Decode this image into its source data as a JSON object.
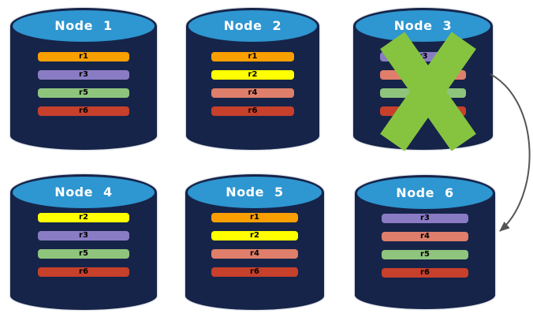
{
  "canvas": {
    "background": "#FFFFFF"
  },
  "colors": {
    "cylinder_body": "#162449",
    "cylinder_top": "#2E96D1",
    "title_text": "#FFFFFF",
    "bar_label_text": "#000000"
  },
  "nodes": [
    {
      "name": "Node 1",
      "replicas": [
        {
          "label": "r1",
          "color": "#F99F00"
        },
        {
          "label": "r3",
          "color": "#8A7CC4"
        },
        {
          "label": "r5",
          "color": "#8FC47D"
        },
        {
          "label": "r6",
          "color": "#C6402B"
        }
      ]
    },
    {
      "name": "Node 2",
      "replicas": [
        {
          "label": "r1",
          "color": "#F99F00"
        },
        {
          "label": "r2",
          "color": "#FFFF00"
        },
        {
          "label": "r4",
          "color": "#DE7E6B"
        },
        {
          "label": "r6",
          "color": "#C6402B"
        }
      ]
    },
    {
      "name": "Node 3",
      "replicas": [
        {
          "label": "r3",
          "color": "#8A7CC4"
        },
        {
          "label": "r4",
          "color": "#DE7E6B"
        },
        {
          "label": "r5",
          "color": "#8FC47D"
        },
        {
          "label": "r6",
          "color": "#C6402B"
        }
      ]
    },
    {
      "name": "Node 4",
      "replicas": [
        {
          "label": "r2",
          "color": "#FFFF00"
        },
        {
          "label": "r3",
          "color": "#8A7CC4"
        },
        {
          "label": "r5",
          "color": "#8FC47D"
        },
        {
          "label": "r6",
          "color": "#C6402B"
        }
      ]
    },
    {
      "name": "Node 5",
      "replicas": [
        {
          "label": "r1",
          "color": "#F99F00"
        },
        {
          "label": "r2",
          "color": "#FFFF00"
        },
        {
          "label": "r4",
          "color": "#DE7E6B"
        },
        {
          "label": "r6",
          "color": "#C6402B"
        }
      ]
    },
    {
      "name": "Node 6",
      "replicas": [
        {
          "label": "r3",
          "color": "#8A7CC4"
        },
        {
          "label": "r4",
          "color": "#DE7E6B"
        },
        {
          "label": "r5",
          "color": "#8FC47D"
        },
        {
          "label": "r6",
          "color": "#C6402B"
        }
      ]
    }
  ],
  "failure_mark": {
    "node": "Node 3",
    "color": "#86C440"
  },
  "arrow": {
    "from": "Node 3",
    "to": "Node 6",
    "color": "#555555"
  }
}
